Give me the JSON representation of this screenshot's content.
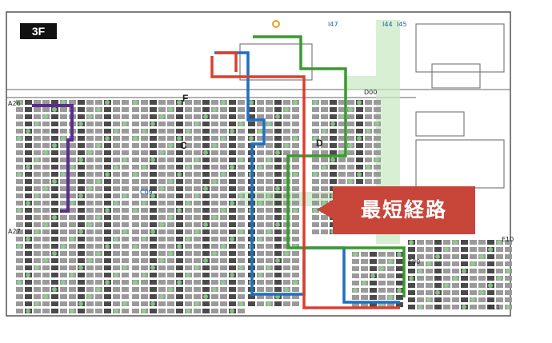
{
  "floor_label": "3F",
  "callout_label": "最短経路",
  "zones": {
    "c": "C",
    "d": "D",
    "f": "F"
  },
  "codes": {
    "a26": "A26",
    "a27": "A27",
    "d00": "D00",
    "e10": "E10",
    "e11": "E11",
    "i47": "I47",
    "i44": "I44",
    "i45": "I45",
    "c09": "C09",
    "e00": "E00"
  },
  "colors": {
    "route_blue": "#1f6fc0",
    "route_green": "#3a9a2e",
    "route_red": "#d8402f",
    "route_purple": "#5a2d8f",
    "callout_bg": "#c8453a",
    "rack_dot": "#8fd18f"
  }
}
